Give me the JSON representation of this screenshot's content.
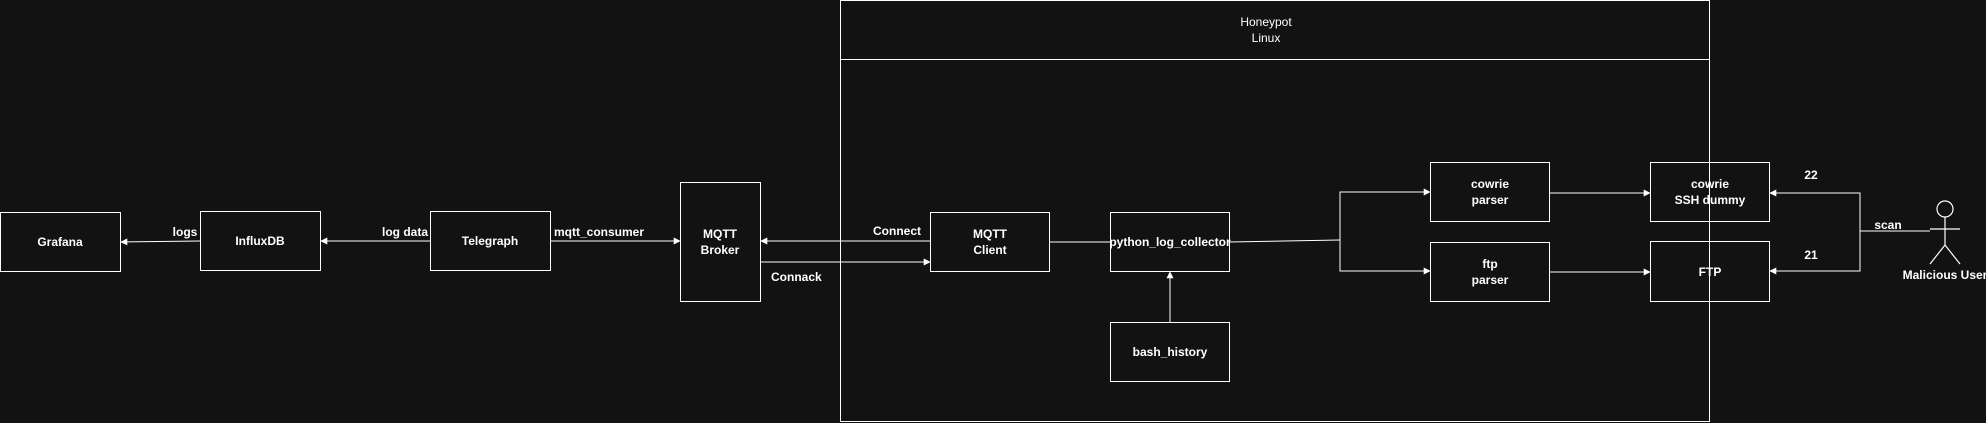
{
  "diagram": {
    "container": {
      "title_line1": "Honeypot",
      "title_line2": "Linux"
    },
    "nodes": {
      "grafana": {
        "line1": "Grafana"
      },
      "influxdb": {
        "line1": "InfluxDB"
      },
      "telegraph": {
        "line1": "Telegraph"
      },
      "mqtt_broker": {
        "line1": "MQTT",
        "line2": "Broker"
      },
      "mqtt_client": {
        "line1": "MQTT",
        "line2": "Client"
      },
      "python_log_collector": {
        "line1": "python_log_collector"
      },
      "bash_history": {
        "line1": "bash_history"
      },
      "cowrie_parser": {
        "line1": "cowrie",
        "line2": "parser"
      },
      "ftp_parser": {
        "line1": "ftp",
        "line2": "parser"
      },
      "cowrie_ssh": {
        "line1": "cowrie",
        "line2": "SSH dummy"
      },
      "ftp": {
        "line1": "FTP"
      }
    },
    "actor": {
      "label": "Malicious User"
    },
    "edges": {
      "logs": "logs",
      "log_data": "log data",
      "mqtt_consumer": "mqtt_consumer",
      "connect": "Connect",
      "connack": "Connack",
      "port_ssh": "22",
      "port_ftp": "21",
      "scan": "scan"
    }
  }
}
